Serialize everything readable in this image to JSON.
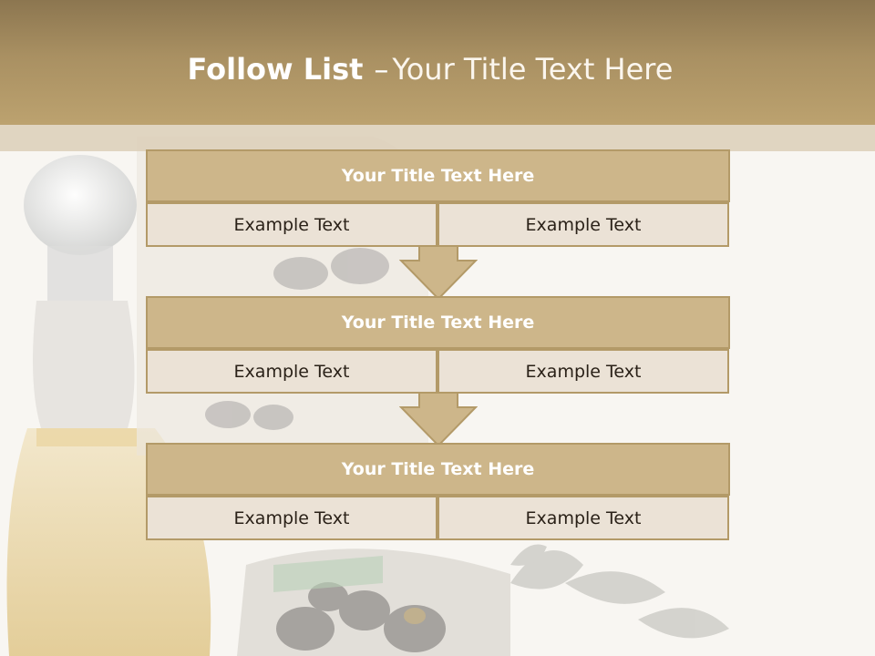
{
  "slide": {
    "title_bold": "Follow List",
    "title_separator": "–",
    "title_rest": "Your Title Text Here"
  },
  "steps": [
    {
      "title": "Your Title Text Here",
      "left": "Example Text",
      "right": "Example Text"
    },
    {
      "title": "Your Title Text Here",
      "left": "Example Text",
      "right": "Example Text"
    },
    {
      "title": "Your Title Text Here",
      "left": "Example Text",
      "right": "Example Text"
    }
  ],
  "colors": {
    "header": "#a99062",
    "block_title": "#cdb68a",
    "block_cell": "#ebe2d6",
    "border": "#b39a68"
  }
}
